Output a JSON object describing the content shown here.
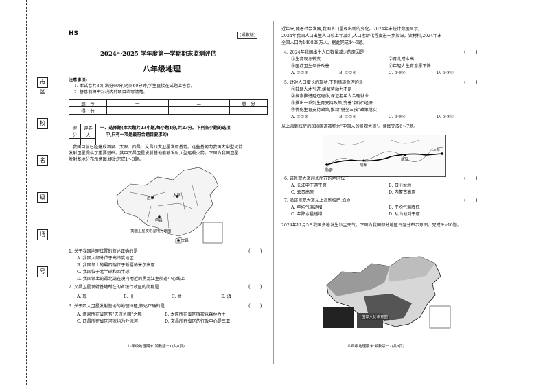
{
  "header": {
    "code": "HS",
    "edition": "(湘教版)",
    "title": "2024～2025 学年度第一学期期末监测评估",
    "subject": "八年级地理"
  },
  "binding": {
    "fields": [
      "市区",
      "校",
      "名",
      "级",
      "场",
      "号"
    ]
  },
  "notes": {
    "heading": "注意事项:",
    "items": [
      "1. 本试卷共8页,满分60分,时间60分钟,学生直接在试题上答卷。",
      "2. 答卷前将密封线内的项目填写清楚。"
    ]
  },
  "score_table": {
    "headers": [
      "题　号",
      "一",
      "二",
      "总　分"
    ],
    "row_label": "得　分"
  },
  "grader": {
    "score": "得分",
    "reviewer": "评卷人"
  },
  "section1": {
    "title": "一、选择题(本大题共23小题,每小题1分,共23分。下列各小题的选项",
    "title2": "中,只有一项是最符合题目要求的)",
    "passage": [
      "我国目前已经建成酒泉、太原、西昌、文昌四大卫星发射基地。这些基地为我国大中型火箭",
      "发射卫星提供了重要基础。其中文昌卫星发射基地能够发射大型运载火箭。下图为我国卫星",
      "发射基地分布示意图,据此完成1～3题。"
    ],
    "map_caption": "我国卫星发射基地分布图",
    "map_labels": [
      "酒泉",
      "太原",
      "西昌",
      "文昌"
    ]
  },
  "questions_left": [
    {
      "stem": "1. 关于我国地理位置的叙述正确的是",
      "options": [
        "A. 我国大部分位于高纬度地区",
        "B. 我国领土的最西端位于新疆帕米尔高原",
        "C. 我国位于北半球和西半球",
        "D. 我国领土的最北端在漠河附近的黑龙江主航道中心线上"
      ]
    },
    {
      "stem": "2. 文昌卫星发射基地所在的省级行政区的简称是",
      "options": [
        "A. 琼",
        "B. 川",
        "C. 晋",
        "D. 滇"
      ]
    },
    {
      "stem": "3. 关于四大卫星发射基地的地理特征,叙述正确的是",
      "options": [
        "A. 酒泉所在省区有\"天府之国\"之称",
        "B. 太原所在省区植被以森林为主",
        "C. 西昌所在省区河流均为外流河",
        "D. 文昌所在省区的行政中心是三亚"
      ]
    }
  ],
  "right_intro": [
    "近年来,随着社会发展,我国人口呈现出新的变化。2024年末统计数据显示,",
    "2024年我国人口出生人口较上年减少,人口老龄化程度进一步加深。读材料,2024年末",
    "全国人口为140828万人。据此完成4～5题。"
  ],
  "questions_right": [
    {
      "stem": "4. 2024年我国出生人口数量减少的原因是",
      "options": [
        "①生育观念转变",
        "②育儿成本高",
        "③医疗卫生条件改善",
        "④年轻人生育意愿下降",
        "A. ①②③",
        "B. ①②④",
        "C. ②③④",
        "D. ①③④"
      ]
    },
    {
      "stem": "5. 针对人口增长的现状,下列措施合理的是",
      "options": [
        "①鼓励人才引进,缓解劳动力不足",
        "②探索推进延迟退休,保证老年人合理就业",
        "③推出一系列生育支持政策,完善\"银发\"经济",
        "④优化生育支持政策,推动\"健全三孩\"政策落实",
        "A. ①②③",
        "B. ①②④",
        "C. ②③④",
        "D. ①③④"
      ]
    }
  ],
  "route_intro": [
    "从上海到拉萨的318国道被称为\"中国人的景观大道\"。读图完成6～7题。"
  ],
  "route_labels": [
    "拉萨",
    "成都",
    "武汉",
    "上海"
  ],
  "questions_route": [
    {
      "stem": "6. 该景观大道起点所在的地区位于",
      "options": [
        "A. 长江中下游平原",
        "B. 四川盆地",
        "C. 云贵高原",
        "D. 内蒙古高原"
      ]
    },
    {
      "stem": "7. 沿该景观大道从上海到拉萨,沿途",
      "options": [
        "A. 年均气温递增",
        "B. 平均气温降低",
        "C. 年降水量递增",
        "D. 从山地到平原"
      ]
    }
  ],
  "right_passage2": [
    "2024年11月5日我国多地发生沙尘天气。下图为我国部分地区气温分布示意图。完成8～10题。"
  ],
  "right_map_caption": "国家文化示意图",
  "footer_left": "八年级地理期末·湘教版－1(共8页)",
  "footer_right": "八年级地理期末·湘教版－2(共8页)",
  "paren": "(　　)"
}
